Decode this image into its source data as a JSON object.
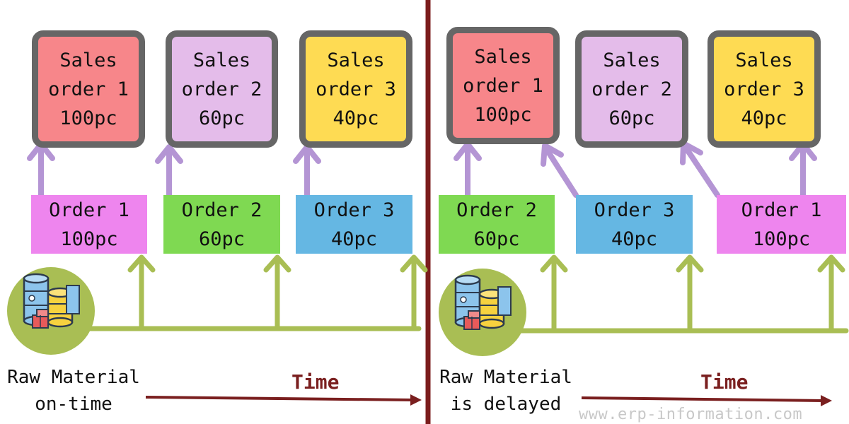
{
  "colors": {
    "red_box": "#f7868a",
    "lavender_box": "#e4bcea",
    "yellow_box": "#fedb53",
    "magenta_order": "#ee85ee",
    "green_order": "#7fd952",
    "blue_order": "#65b7e3",
    "purple_arrow": "#b495d4",
    "olive_line": "#a9be54",
    "divider": "#7b1c1c",
    "time_arrow": "#7a1f1f",
    "box_border": "#666666"
  },
  "left": {
    "sales_orders": [
      {
        "line1": "Sales",
        "line2": "order 1",
        "line3": "100pc"
      },
      {
        "line1": "Sales",
        "line2": "order 2",
        "line3": "60pc"
      },
      {
        "line1": "Sales",
        "line2": "order 3",
        "line3": "40pc"
      }
    ],
    "orders": [
      {
        "line1": "Order 1",
        "line2": "100pc"
      },
      {
        "line1": "Order 2",
        "line2": "60pc"
      },
      {
        "line1": "Order 3",
        "line2": "40pc"
      }
    ],
    "caption_line1": "Raw Material",
    "caption_line2": "on-time",
    "time_label": "Time",
    "icon": "raw-material-icon"
  },
  "right": {
    "sales_orders": [
      {
        "line1": "Sales",
        "line2": "order 1",
        "line3": "100pc"
      },
      {
        "line1": "Sales",
        "line2": "order 2",
        "line3": "60pc"
      },
      {
        "line1": "Sales",
        "line2": "order 3",
        "line3": "40pc"
      }
    ],
    "orders": [
      {
        "line1": "Order 2",
        "line2": "60pc"
      },
      {
        "line1": "Order 3",
        "line2": "40pc"
      },
      {
        "line1": "Order 1",
        "line2": "100pc"
      }
    ],
    "caption_line1": "Raw Material",
    "caption_line2": "is delayed",
    "time_label": "Time",
    "icon": "raw-material-icon"
  },
  "watermark": "www.erp-information.com"
}
